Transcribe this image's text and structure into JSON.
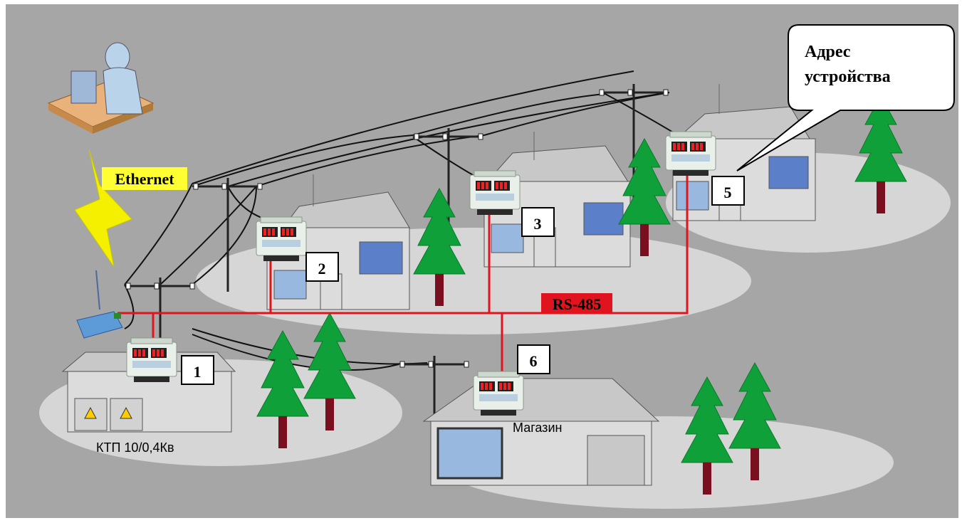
{
  "labels": {
    "ethernet": "Ethernet",
    "rs485": "RS-485",
    "address_line1": "Адрес",
    "address_line2": "устройства",
    "substation": "КТП 10/0,4Кв",
    "shop": "Магазин"
  },
  "devices": [
    {
      "number": "1"
    },
    {
      "number": "2"
    },
    {
      "number": "3"
    },
    {
      "number": "5"
    },
    {
      "number": "6"
    }
  ],
  "colors": {
    "background": "#a6a6a6",
    "ground": "#d6d6d6",
    "house_wall": "#dcdcdc",
    "house_roof": "#c8c8c8",
    "window": "#98b8e0",
    "tree_green": "#0fa03a",
    "tree_trunk": "#7a0f1f",
    "rs485_line": "#e0141e",
    "rs485_label_bg": "#e0141e",
    "ethernet_label_bg": "#ffff33",
    "lightning": "#f4f000",
    "wire": "#111111"
  },
  "icons": [
    "operator-workstation-icon",
    "lightning-icon",
    "ethernet-converter-icon",
    "power-pole-icon",
    "tree-icon",
    "meter-device-icon",
    "warning-sign-icon",
    "antenna-icon"
  ]
}
